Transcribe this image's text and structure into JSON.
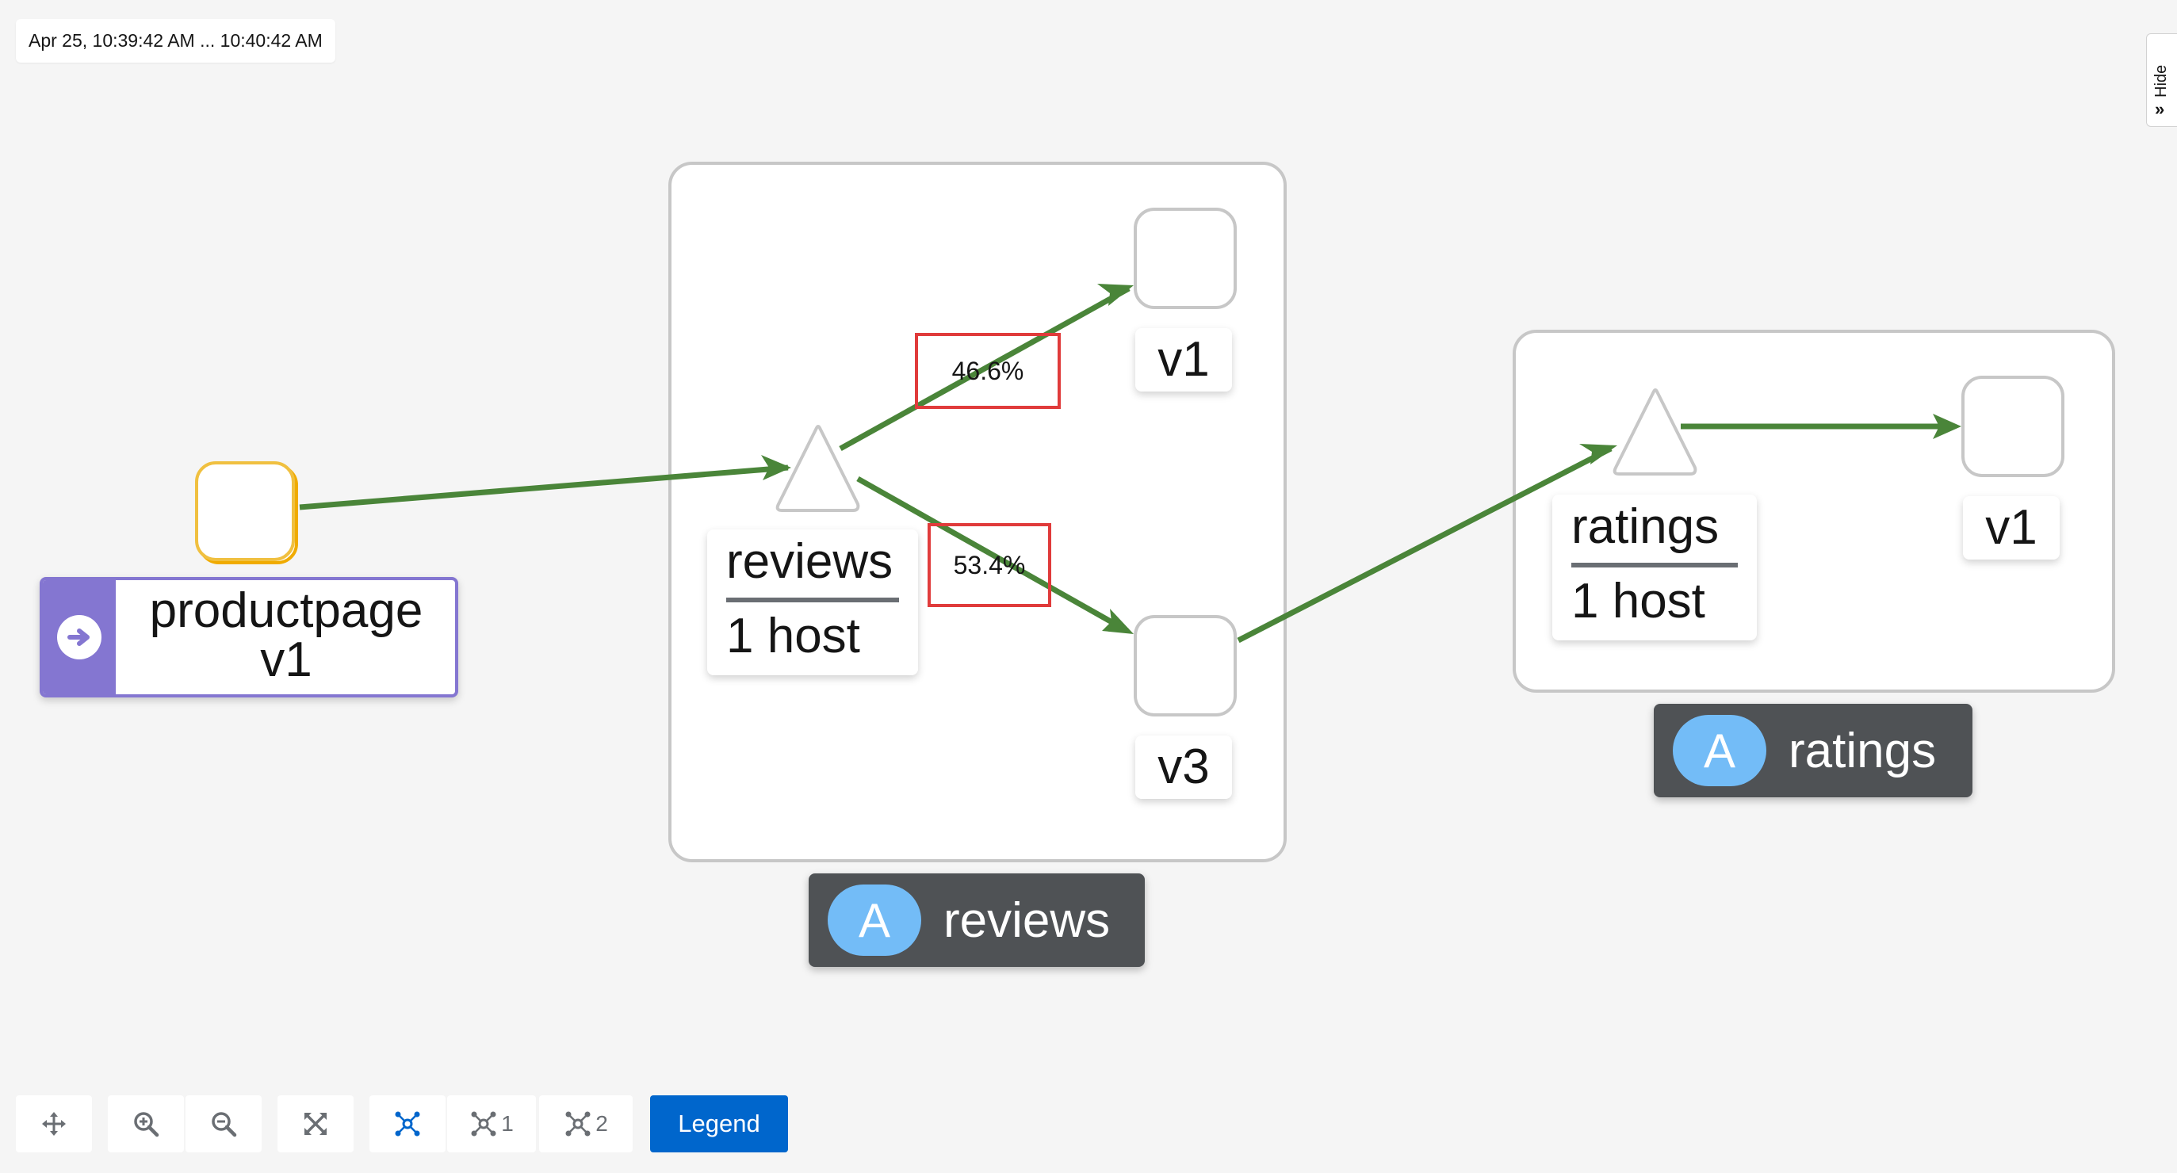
{
  "time_range": "Apr 25, 10:39:42 AM ... 10:40:42 AM",
  "hide_panel": {
    "label": "Hide",
    "icon": "double-chevron-right-icon"
  },
  "graph": {
    "nodes": {
      "productpage": {
        "line1": "productpage",
        "line2": "v1",
        "icon": "arrow-right-circle-icon"
      },
      "reviews_service": {
        "line1": "reviews",
        "line2": "1 host"
      },
      "reviews_v1": {
        "label": "v1"
      },
      "reviews_v3": {
        "label": "v3"
      },
      "ratings_service": {
        "line1": "ratings",
        "line2": "1 host"
      },
      "ratings_v1": {
        "label": "v1"
      }
    },
    "boxes": {
      "reviews": {
        "badge": "A",
        "name": "reviews"
      },
      "ratings": {
        "badge": "A",
        "name": "ratings"
      }
    },
    "edges": {
      "to_v1": "46.6%",
      "to_v3": "53.4%"
    },
    "colors": {
      "edge": "#4a8539",
      "edge_label_border": "#e03b3b",
      "workload_border_highlight": "#f0ab00",
      "app_badge_bg": "#4f5255",
      "app_badge_circle": "#73bcf7",
      "productpage_accent": "#8476d1"
    }
  },
  "toolbar": {
    "pan_icon": "move-arrows-icon",
    "zoom_in_icon": "zoom-in-icon",
    "zoom_out_icon": "zoom-out-icon",
    "fit_icon": "expand-icon",
    "layout_default_icon": "topology-icon",
    "layout1": "1",
    "layout2": "2",
    "legend": "Legend"
  }
}
